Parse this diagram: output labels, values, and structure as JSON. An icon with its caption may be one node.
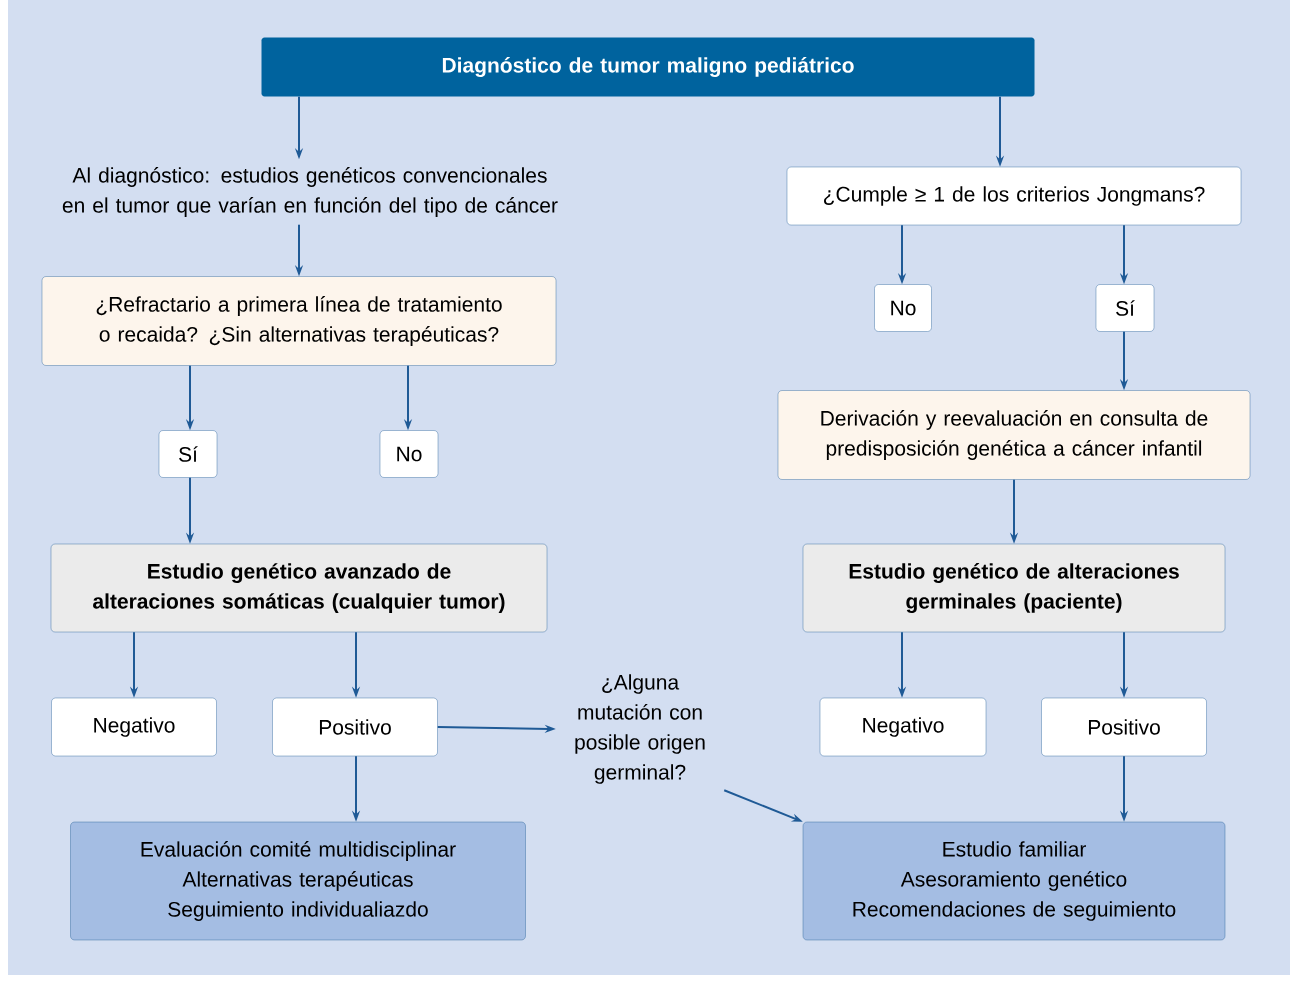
{
  "diagram": {
    "nodes": [
      {
        "text": [
          "Diagnóstico de tumor maligno pediátrico"
        ]
      },
      {
        "text": [
          "Al diagnóstico: estudios genéticos convencionales en el tumor que varían en función del tipo de cáncer"
        ]
      },
      {
        "text": [
          "¿Cumple ≥ 1 de los criterios Jongmans?"
        ]
      },
      {
        "text": [
          "¿Refractario a primera línea de tratamiento o recaida? ¿Sin alternativas terapéuticas?"
        ]
      },
      {
        "text": [
          "No"
        ]
      },
      {
        "text": [
          "Sí"
        ]
      },
      {
        "text": [
          "Sí"
        ]
      },
      {
        "text": [
          "No"
        ]
      },
      {
        "text": [
          "Derivación y reevaluación en consulta de predisposición genética a cáncer infantil"
        ]
      },
      {
        "text": [
          "Estudio genético avanzado de alteraciones somáticas (cualquier tumor)"
        ]
      },
      {
        "text": [
          "Estudio genético de alteraciones germinales (paciente)"
        ]
      },
      {
        "text": [
          "Negativo"
        ]
      },
      {
        "text": [
          "Positivo"
        ]
      },
      {
        "text": [
          "¿Alguna mutación con posible origen germinal?"
        ]
      },
      {
        "text": [
          "Negativo"
        ]
      },
      {
        "text": [
          "Positivo"
        ]
      },
      {
        "text": [
          "Evaluación comité multidisciplinar",
          "Alternativas terapéuticas",
          "Seguimiento individualiazdo"
        ]
      },
      {
        "text": [
          "Estudio familiar",
          "Asesoramiento genético",
          "Recomendaciones de seguimiento"
        ]
      }
    ],
    "edges": [
      {
        "from": 0,
        "to": 1,
        "arrow": "to"
      },
      {
        "from": 0,
        "to": 2,
        "arrow": "to"
      },
      {
        "from": 1,
        "to": 3,
        "arrow": "to"
      },
      {
        "from": 2,
        "to": 4,
        "arrow": "to"
      },
      {
        "from": 2,
        "to": 5,
        "arrow": "to"
      },
      {
        "from": 5,
        "to": 8,
        "arrow": "to"
      },
      {
        "from": 3,
        "to": 6,
        "arrow": "to"
      },
      {
        "from": 3,
        "to": 7,
        "arrow": "to"
      },
      {
        "from": 6,
        "to": 9,
        "arrow": "to"
      },
      {
        "from": 8,
        "to": 10,
        "arrow": "to"
      },
      {
        "from": 9,
        "to": 11,
        "arrow": "to"
      },
      {
        "from": 9,
        "to": 12,
        "arrow": "to"
      },
      {
        "from": 12,
        "to": 16,
        "arrow": "to"
      },
      {
        "from": 12,
        "to": 13,
        "arrow": "to"
      },
      {
        "from": 13,
        "to": 17,
        "arrow": "to"
      },
      {
        "from": 10,
        "to": 14,
        "arrow": "to"
      },
      {
        "from": 10,
        "to": 15,
        "arrow": "to"
      },
      {
        "from": 15,
        "to": 17,
        "arrow": "to"
      }
    ]
  }
}
